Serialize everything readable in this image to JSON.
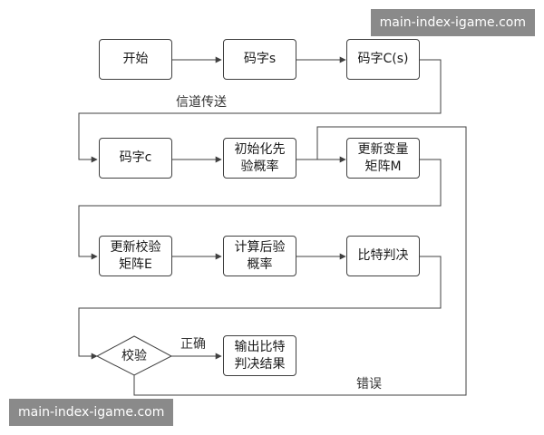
{
  "nodes": {
    "start": "开始",
    "codeword_s": "码字s",
    "codeword_Cs": "码字C(s)",
    "codeword_c": "码字c",
    "init_prob_line1": "初始化先",
    "init_prob_line2": "验概率",
    "update_M_line1": "更新变量",
    "update_M_line2": "矩阵M",
    "update_E_line1": "更新校验",
    "update_E_line2": "矩阵E",
    "post_prob_line1": "计算后验",
    "post_prob_line2": "概率",
    "bit_decision": "比特判决",
    "check": "校验",
    "output_line1": "输出比特",
    "output_line2": "判决结果"
  },
  "edge_labels": {
    "channel": "信道传送",
    "correct": "正确",
    "wrong": "错误"
  },
  "watermarks": {
    "top": "main-index-igame.com",
    "bottom": "main-index-igame.com"
  },
  "colors": {
    "line": "#404040",
    "watermark_bg": "#8a8a8a"
  }
}
